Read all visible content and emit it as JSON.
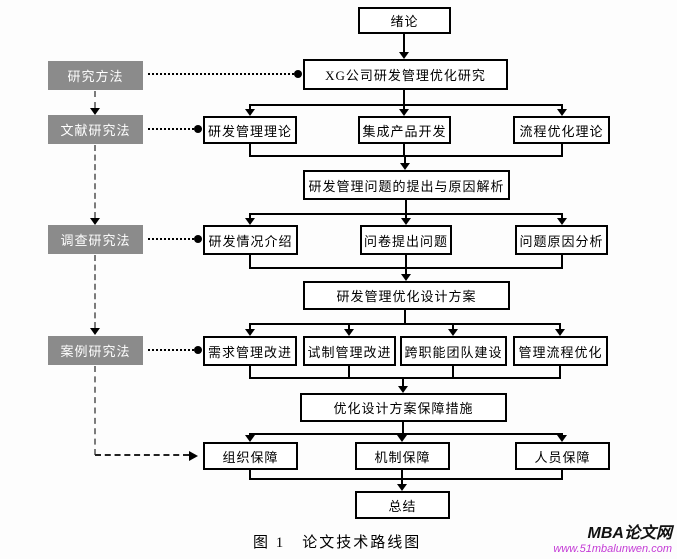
{
  "methods": {
    "items": [
      "研究方法",
      "文献研究法",
      "调查研究法",
      "案例研究法"
    ]
  },
  "flow": {
    "intro": "绪论",
    "topic": "XG公司研发管理优化研究",
    "theory": [
      "研发管理理论",
      "集成产品开发",
      "流程优化理论"
    ],
    "problem": "研发管理问题的提出与原因解析",
    "survey": [
      "研发情况介绍",
      "问卷提出问题",
      "问题原因分析"
    ],
    "design": "研发管理优化设计方案",
    "improve": [
      "需求管理改进",
      "试制管理改进",
      "跨职能团队建设",
      "管理流程优化"
    ],
    "safeguard": "优化设计方案保障措施",
    "guarantee": [
      "组织保障",
      "机制保障",
      "人员保障"
    ],
    "summary": "总结"
  },
  "footer": {
    "caption": "图 1　论文技术路线图",
    "watermark_name": "MBA论文网",
    "watermark_url": "www.51mbalunwen.com"
  },
  "colors": {
    "method_bg": "#8b8b8b",
    "method_text": "#ffffff",
    "line": "#000000",
    "watermark_url": "#c43bd6"
  }
}
